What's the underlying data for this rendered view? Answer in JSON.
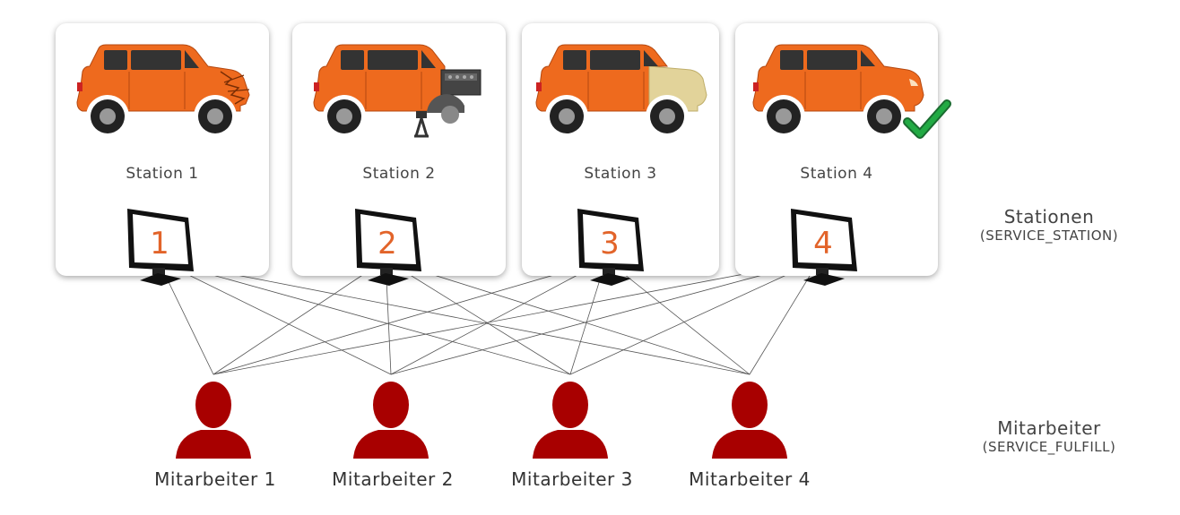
{
  "stations": [
    {
      "label": "Station 1",
      "number": "1",
      "state": "damaged"
    },
    {
      "label": "Station 2",
      "number": "2",
      "state": "engine-repair"
    },
    {
      "label": "Station 3",
      "number": "3",
      "state": "primed"
    },
    {
      "label": "Station 4",
      "number": "4",
      "state": "finished"
    }
  ],
  "stations_group": {
    "title": "Stationen",
    "subtitle": "(SERVICE_STATION)"
  },
  "workers": [
    {
      "label": "Mitarbeiter 1"
    },
    {
      "label": "Mitarbeiter 2"
    },
    {
      "label": "Mitarbeiter 3"
    },
    {
      "label": "Mitarbeiter 4"
    }
  ],
  "workers_group": {
    "title": "Mitarbeiter",
    "subtitle": "(SERVICE_FULFILL)"
  },
  "icons": {
    "car": "car-icon",
    "monitor": "monitor-icon",
    "person": "person-icon",
    "check": "check-icon"
  },
  "colors": {
    "car_body": "#ee6a1e",
    "primer": "#e2d39a",
    "person": "#a80000",
    "check": "#22aa44",
    "monitor_number": "#e2642a"
  }
}
